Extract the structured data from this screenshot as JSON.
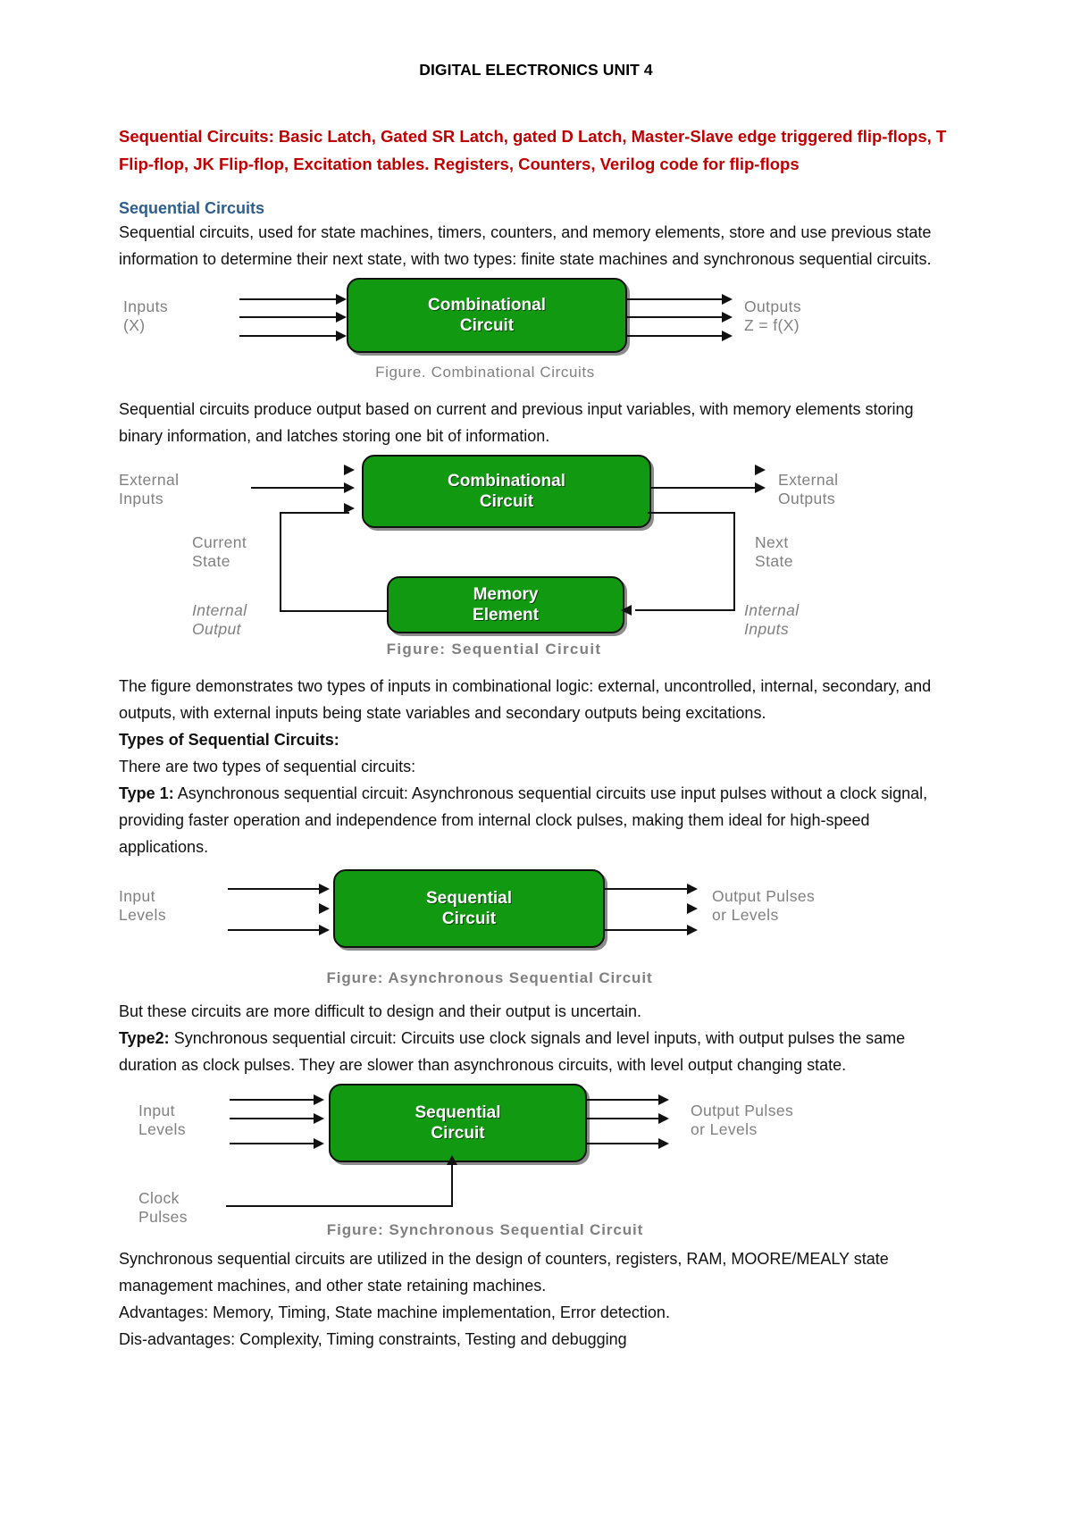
{
  "document": {
    "header": "DIGITAL ELECTRONICS UNIT 4",
    "topic_line": "Sequential Circuits: Basic Latch, Gated SR Latch, gated D Latch, Master-Slave edge triggered flip-flops, T Flip-flop, JK Flip-flop, Excitation tables. Registers, Counters, Verilog code for flip-flops",
    "topic_color": "#C00000",
    "heading_color": "#2E5E8E",
    "figure_green": "#119911"
  },
  "sections": {
    "sequential_circuits_heading": "Sequential Circuits",
    "para_1": "Sequential circuits, used for state machines, timers, counters, and memory elements, store and use previous state information to determine their next state, with two types: finite state machines and synchronous sequential circuits.",
    "para_2": "Sequential circuits produce output based on current and previous input variables, with memory elements storing binary information, and latches storing one bit of information.",
    "para_3": "The figure demonstrates two types of inputs in combinational logic: external, uncontrolled, internal, secondary, and outputs, with external inputs being state variables and secondary outputs being excitations.",
    "types_heading": "Types of Sequential Circuits:",
    "types_intro": "There are two types of sequential circuits:",
    "type1_label": "Type 1:",
    "type1_text": " Asynchronous sequential circuit: Asynchronous sequential circuits use input pulses without a clock signal, providing faster operation and independence from internal clock pulses, making them ideal for high-speed applications.",
    "after_async": "But these circuits are more difficult to design and their output is uncertain.",
    "type2_label": "Type2:",
    "type2_text": " Synchronous sequential circuit: Circuits use clock signals and level inputs, with output pulses the same duration as clock pulses. They are slower than asynchronous circuits, with level output changing state.",
    "closing_1": "Synchronous sequential circuits are utilized in the design of counters, registers, RAM, MOORE/MEALY state management machines, and other state retaining machines.",
    "closing_2": "Advantages: Memory, Timing, State machine implementation, Error detection.",
    "closing_3": "Dis-advantages: Complexity, Timing constraints, Testing and debugging"
  },
  "figures": {
    "combinational": {
      "box_line1": "Combinational",
      "box_line2": "Circuit",
      "input_label": "Inputs\n(X)",
      "output_label": "Outputs\nZ = f(X)",
      "caption": "Figure. Combinational Circuits"
    },
    "sequential": {
      "box_line1": "Combinational",
      "box_line2": "Circuit",
      "memory_line1": "Memory",
      "memory_line2": "Element",
      "external_inputs": "External\nInputs",
      "external_outputs": "External\nOutputs",
      "current_state": "Current\nState",
      "next_state": "Next\nState",
      "internal_output": "Internal\nOutput",
      "internal_inputs": "Internal\nInputs",
      "caption": "Figure: Sequential Circuit"
    },
    "asynchronous": {
      "box_line1": "Sequential",
      "box_line2": "Circuit",
      "input_label": "Input\nLevels",
      "output_label": "Output Pulses\nor Levels",
      "caption": "Figure:  Asynchronous Sequential Circuit"
    },
    "synchronous": {
      "box_line1": "Sequential",
      "box_line2": "Circuit",
      "input_label": "Input\nLevels",
      "output_label": "Output Pulses\nor Levels",
      "clock_label": "Clock\nPulses",
      "caption": "Figure:  Synchronous Sequential Circuit"
    }
  }
}
